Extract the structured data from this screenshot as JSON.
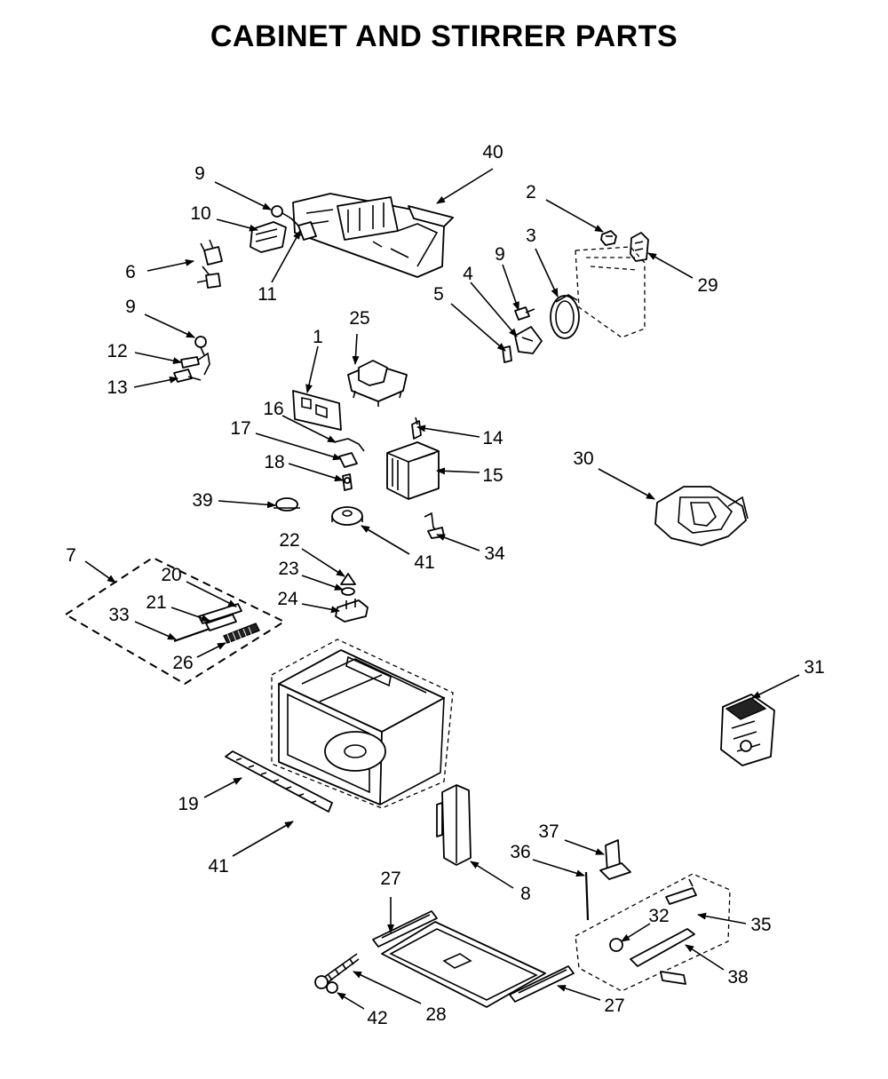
{
  "title": "CABINET AND STIRRER PARTS",
  "callouts": [
    {
      "id": "c40",
      "label": "40"
    },
    {
      "id": "c2",
      "label": "2"
    },
    {
      "id": "c3",
      "label": "3"
    },
    {
      "id": "c9a",
      "label": "9"
    },
    {
      "id": "c10",
      "label": "10"
    },
    {
      "id": "c6",
      "label": "6"
    },
    {
      "id": "c11",
      "label": "11"
    },
    {
      "id": "c9b",
      "label": "9"
    },
    {
      "id": "c4",
      "label": "4"
    },
    {
      "id": "c5",
      "label": "5"
    },
    {
      "id": "c29",
      "label": "29"
    },
    {
      "id": "c9c",
      "label": "9"
    },
    {
      "id": "c12",
      "label": "12"
    },
    {
      "id": "c13",
      "label": "13"
    },
    {
      "id": "c1",
      "label": "1"
    },
    {
      "id": "c25",
      "label": "25"
    },
    {
      "id": "c16",
      "label": "16"
    },
    {
      "id": "c17",
      "label": "17"
    },
    {
      "id": "c14",
      "label": "14"
    },
    {
      "id": "c15",
      "label": "15"
    },
    {
      "id": "c18",
      "label": "18"
    },
    {
      "id": "c30",
      "label": "30"
    },
    {
      "id": "c39",
      "label": "39"
    },
    {
      "id": "c34",
      "label": "34"
    },
    {
      "id": "c41a",
      "label": "41"
    },
    {
      "id": "c7",
      "label": "7"
    },
    {
      "id": "c22",
      "label": "22"
    },
    {
      "id": "c20",
      "label": "20"
    },
    {
      "id": "c23",
      "label": "23"
    },
    {
      "id": "c21",
      "label": "21"
    },
    {
      "id": "c24",
      "label": "24"
    },
    {
      "id": "c33",
      "label": "33"
    },
    {
      "id": "c26",
      "label": "26"
    },
    {
      "id": "c31",
      "label": "31"
    },
    {
      "id": "c19",
      "label": "19"
    },
    {
      "id": "c41b",
      "label": "41"
    },
    {
      "id": "c37",
      "label": "37"
    },
    {
      "id": "c36",
      "label": "36"
    },
    {
      "id": "c8",
      "label": "8"
    },
    {
      "id": "c27a",
      "label": "27"
    },
    {
      "id": "c32",
      "label": "32"
    },
    {
      "id": "c35",
      "label": "35"
    },
    {
      "id": "c38",
      "label": "38"
    },
    {
      "id": "c28",
      "label": "28"
    },
    {
      "id": "c42",
      "label": "42"
    },
    {
      "id": "c27b",
      "label": "27"
    }
  ]
}
